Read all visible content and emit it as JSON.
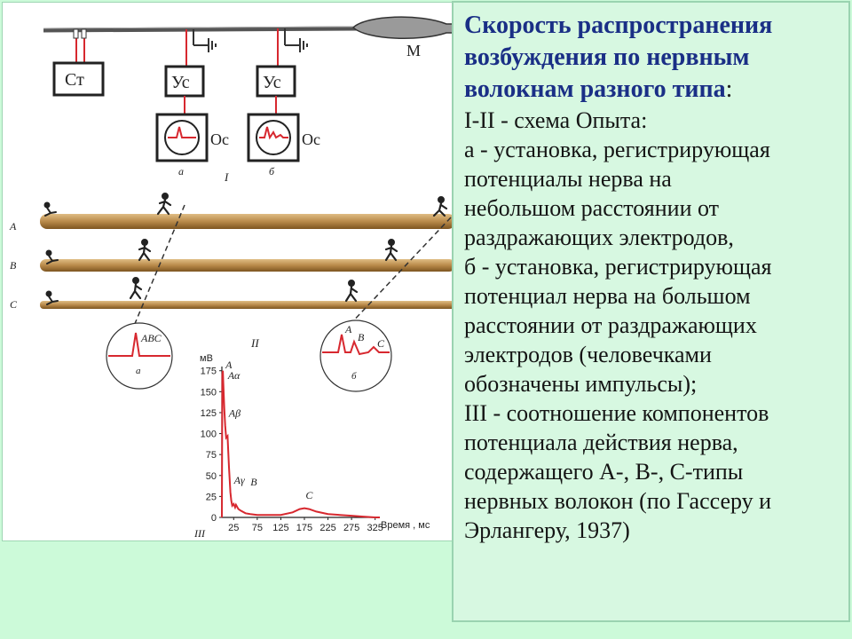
{
  "slide": {
    "background_color": "#ccfad9",
    "text_panel_color": "#d7f8e1",
    "heading_color": "#1a2f86",
    "accent_red": "#d7282f",
    "nerve_color": "#b98a4a"
  },
  "text": {
    "heading_lines": [
      "Скорость распространения",
      "возбуждения по нервным",
      "волокнам разного типа"
    ],
    "heading_colon": ":",
    "body_lines": [
      "I-II - схема Опыта:",
      "а - установка, регистрирующая",
      "потенциалы нерва на",
      "небольшом  расстоянии от",
      "раздражающих электродов,",
      "б - установка, регистрирующая",
      "потенциал нерва на большом",
      "расстоянии от раздражающих",
      "электродов (человечками",
      "обозначены импульсы);",
      "III - соотношение компонентов",
      "потенциала действия нерва,",
      "содержащего А-, В-, С-типы",
      "нервных волокон (по Гассеру и",
      "Эрлангеру, 1937)"
    ]
  },
  "figure": {
    "stimulator_label": "Ст",
    "amplifier_labels": [
      "Ус",
      "Ус"
    ],
    "oscilloscope_labels": [
      "Ос",
      "Ос"
    ],
    "setup_letters": [
      "а",
      "б"
    ],
    "muscle_label": "М",
    "part_one_label": "I",
    "part_two_label": "II",
    "part_three_label": "III",
    "fiber_labels": [
      "A",
      "B",
      "C"
    ],
    "scope_a_peak_label": "ABC",
    "scope_a_caption": "а",
    "scope_b_peak_labels": [
      "A",
      "B",
      "C"
    ],
    "scope_b_caption": "б",
    "icons": [
      "stimulator-box",
      "amplifier-box",
      "oscilloscope-icon",
      "ground-symbol",
      "running-man-icon",
      "muscle-icon"
    ]
  },
  "chart_data": {
    "type": "line",
    "ylabel": "мВ",
    "xlabel": "Время , мс",
    "y_ticks": [
      0,
      25,
      50,
      75,
      100,
      125,
      150,
      175
    ],
    "x_ticks": [
      25,
      75,
      125,
      175,
      225,
      275,
      325
    ],
    "ylim": [
      0,
      180
    ],
    "xlim": [
      0,
      335
    ],
    "peak_labels": [
      "A",
      "Aα",
      "Aβ",
      "Aγ",
      "B",
      "C"
    ],
    "series": [
      {
        "x": [
          0,
          1,
          2,
          3,
          5,
          7,
          9,
          12,
          15,
          18,
          20,
          22,
          25,
          28,
          30,
          35,
          40,
          50,
          60,
          75,
          100,
          125,
          150,
          165,
          175,
          185,
          200,
          225,
          250,
          275,
          300,
          325,
          335
        ],
        "y": [
          0,
          170,
          175,
          160,
          130,
          110,
          95,
          97,
          60,
          30,
          20,
          14,
          16,
          12,
          15,
          10,
          8,
          5,
          4,
          3,
          3,
          3,
          6,
          10,
          11,
          10,
          7,
          4,
          3,
          2,
          1,
          0,
          0
        ]
      }
    ]
  }
}
